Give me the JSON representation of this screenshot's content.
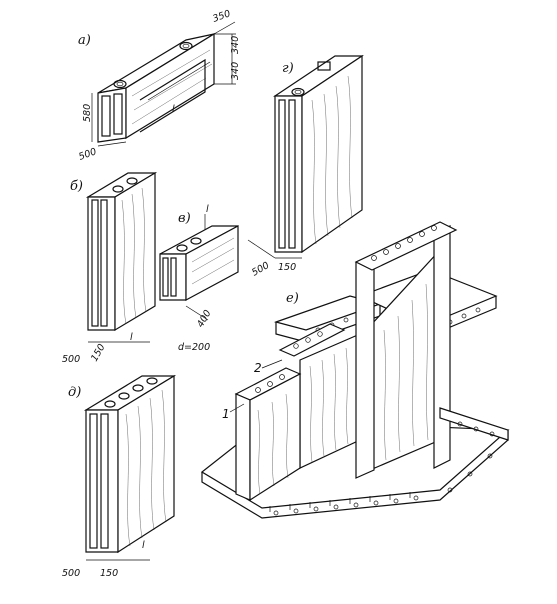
{
  "figure": {
    "labels": {
      "a": "а)",
      "b": "б)",
      "v": "в)",
      "g": "г)",
      "d": "д)",
      "e": "е)"
    },
    "dimensions": {
      "d350": "350",
      "d340_top": "340",
      "d340": "340",
      "d580": "580",
      "d500_a": "500",
      "l_a": "l",
      "l_v": "l",
      "l_b": "l",
      "l_d": "l",
      "d500_g": "500",
      "d150_g": "150",
      "d400": "400",
      "d500_b": "500",
      "d150_b": "150",
      "d_eq": "d=200",
      "d500_d": "500",
      "d150_d": "150"
    },
    "callouts": {
      "one": "1",
      "two": "2"
    },
    "colors": {
      "ink": "#111111",
      "paper": "#ffffff"
    }
  }
}
